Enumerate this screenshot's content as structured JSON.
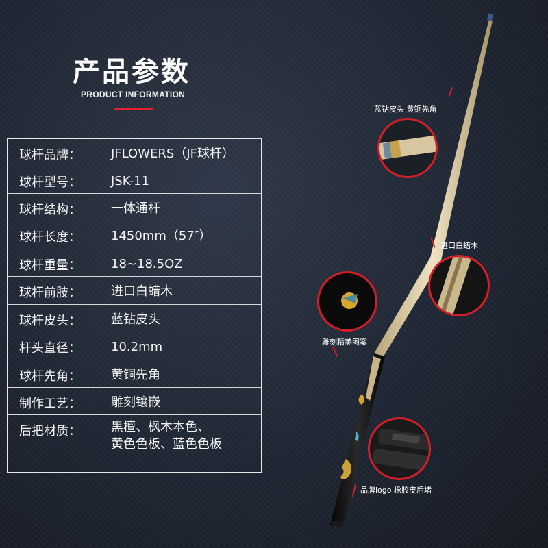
{
  "header": {
    "title_cn": "产品参数",
    "title_en": "PRODUCT INFORMATION"
  },
  "specs": [
    {
      "key": "球杆品牌：",
      "value": "JFLOWERS（JF球杆）"
    },
    {
      "key": "球杆型号：",
      "value": "JSK-11"
    },
    {
      "key": "球杆结构：",
      "value": "一体通杆"
    },
    {
      "key": "球杆长度：",
      "value": "1450mm（57″）"
    },
    {
      "key": "球杆重量：",
      "value": "18~18.5OZ"
    },
    {
      "key": "球杆前肢：",
      "value": "进口白蜡木"
    },
    {
      "key": "球杆皮头：",
      "value": "蓝钻皮头"
    },
    {
      "key": "杆头直径：",
      "value": "10.2mm"
    },
    {
      "key": "球杆先角：",
      "value": "黄铜先角"
    },
    {
      "key": "制作工艺：",
      "value": "雕刻镶嵌"
    },
    {
      "key": "后把材质：",
      "value": "黑檀、枫木本色、\n黄色色板、蓝色色板"
    }
  ],
  "callouts": {
    "tip": "蓝钻皮头  黄铜先角",
    "shaft": "进口白蜡木",
    "engraving": "雕刻精美图案",
    "butt": "品牌logo  橡胶皮后堵"
  },
  "colors": {
    "accent": "#d41f28",
    "background": "#1e2532"
  }
}
